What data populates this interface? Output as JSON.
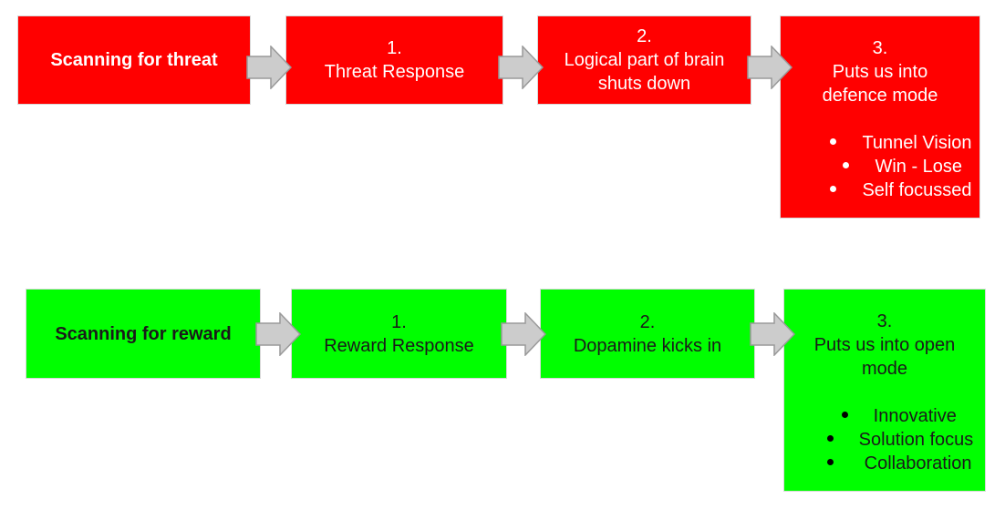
{
  "top_row": {
    "start": "Scanning for threat",
    "step1": {
      "num": "1.",
      "text": "Threat Response"
    },
    "step2": {
      "num": "2.",
      "line1": "Logical part of brain",
      "line2": "shuts down"
    },
    "step3": {
      "num": "3.",
      "line1": "Puts us into",
      "line2": "defence mode",
      "bullets": [
        "Tunnel Vision",
        "Win - Lose",
        "Self focussed"
      ]
    }
  },
  "bottom_row": {
    "start": "Scanning for reward",
    "step1": {
      "num": "1.",
      "text": "Reward Response"
    },
    "step2": {
      "num": "2.",
      "text": "Dopamine kicks in"
    },
    "step3": {
      "num": "3.",
      "line1": "Puts us into open",
      "line2": "mode",
      "bullets": [
        "Innovative",
        "Solution focus",
        "Collaboration"
      ]
    }
  },
  "colors": {
    "threat": "#ff0000",
    "reward": "#00ff00",
    "arrow_fill": "#cccccc",
    "arrow_stroke": "#999999"
  }
}
